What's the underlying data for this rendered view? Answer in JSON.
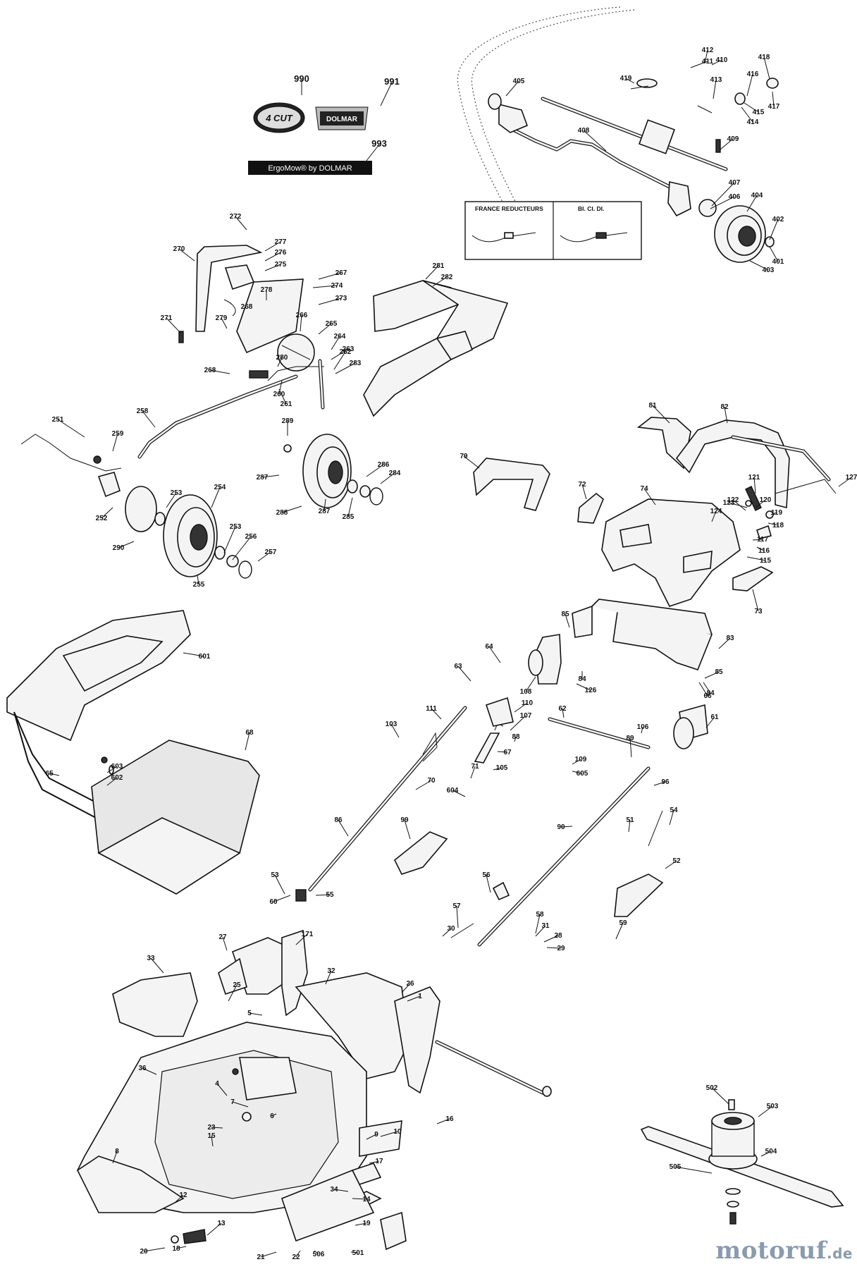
{
  "logos": {
    "badge_4cut": "4 CUT",
    "dolmar_plate": "DOLMAR",
    "ergomow_text": "ErgoMow® by DOLMAR"
  },
  "inset_boxes": {
    "left_title": "FRANCE REDUCTEURS",
    "right_title": "BI. CI. DI."
  },
  "watermark": "motoruf",
  "watermark_suffix": ".de",
  "part_numbers": [
    "990",
    "991",
    "993",
    "412",
    "410",
    "411",
    "418",
    "419",
    "405",
    "416",
    "417",
    "413",
    "415",
    "414",
    "408",
    "409",
    "407",
    "406",
    "404",
    "402",
    "401",
    "403",
    "272",
    "277",
    "276",
    "270",
    "275",
    "267",
    "274",
    "278",
    "268",
    "273",
    "271",
    "279",
    "266",
    "265",
    "281",
    "282",
    "264",
    "263",
    "262",
    "283",
    "280",
    "268",
    "260",
    "261",
    "258",
    "289",
    "251",
    "259",
    "286",
    "284",
    "287",
    "287",
    "285",
    "288",
    "79",
    "81",
    "82",
    "127",
    "72",
    "121",
    "123",
    "120",
    "119",
    "118",
    "117",
    "116",
    "115",
    "74",
    "124",
    "122",
    "73",
    "254",
    "253",
    "253",
    "256",
    "252",
    "257",
    "290",
    "255",
    "601",
    "64",
    "85",
    "83",
    "63",
    "85",
    "84",
    "126",
    "108",
    "84",
    "66",
    "111",
    "110",
    "107",
    "106",
    "89",
    "88",
    "67",
    "61",
    "62",
    "103",
    "105",
    "71",
    "70",
    "109",
    "605",
    "604",
    "603",
    "602",
    "68",
    "65",
    "96",
    "54",
    "86",
    "99",
    "90",
    "51",
    "52",
    "53",
    "60",
    "55",
    "56",
    "57",
    "58",
    "59",
    "30",
    "31",
    "28",
    "29",
    "171",
    "27",
    "32",
    "33",
    "26",
    "25",
    "1",
    "5",
    "6",
    "36",
    "4",
    "7",
    "8",
    "23",
    "15",
    "16",
    "9",
    "17",
    "10",
    "14",
    "12",
    "34",
    "13",
    "20",
    "18",
    "19",
    "21",
    "22",
    "506",
    "501",
    "502",
    "503",
    "504",
    "505"
  ]
}
